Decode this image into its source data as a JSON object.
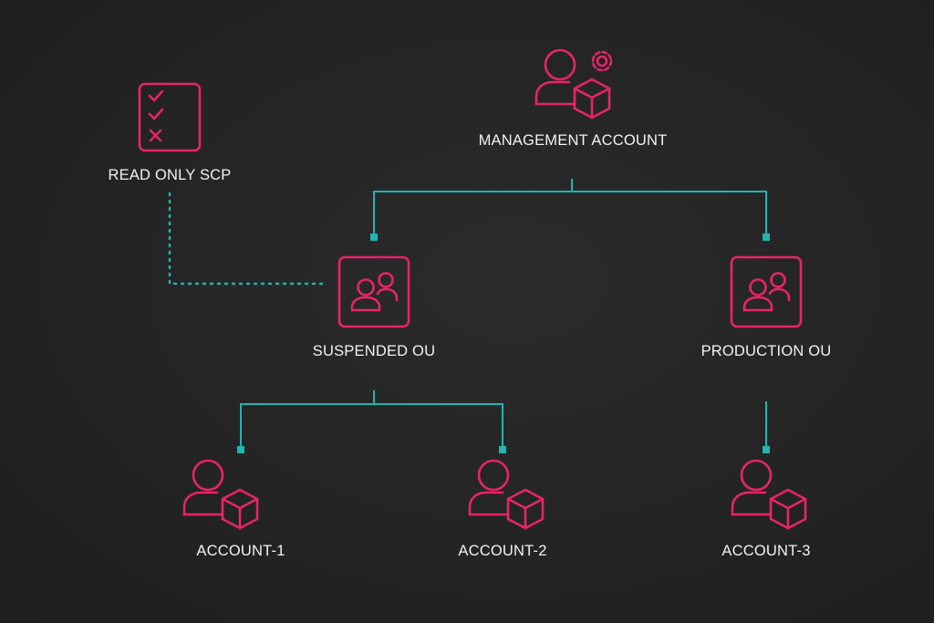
{
  "colors": {
    "background": "#252525",
    "accent": "#e8246a",
    "connector": "#1fb6b4",
    "label": "#f2f2f2"
  },
  "nodes": {
    "management": {
      "label": "MANAGEMENT ACCOUNT",
      "icon": "user-box-gear-icon"
    },
    "read_only_scp": {
      "label": "READ ONLY SCP",
      "icon": "checklist-icon"
    },
    "suspended_ou": {
      "label": "SUSPENDED OU",
      "icon": "group-icon"
    },
    "production_ou": {
      "label": "PRODUCTION OU",
      "icon": "group-icon"
    },
    "account_1": {
      "label": "ACCOUNT-1",
      "icon": "user-box-icon"
    },
    "account_2": {
      "label": "ACCOUNT-2",
      "icon": "user-box-icon"
    },
    "account_3": {
      "label": "ACCOUNT-3",
      "icon": "user-box-icon"
    }
  },
  "edges": [
    {
      "from": "management",
      "to": "suspended_ou",
      "style": "solid"
    },
    {
      "from": "management",
      "to": "production_ou",
      "style": "solid"
    },
    {
      "from": "suspended_ou",
      "to": "account_1",
      "style": "solid"
    },
    {
      "from": "suspended_ou",
      "to": "account_2",
      "style": "solid"
    },
    {
      "from": "production_ou",
      "to": "account_3",
      "style": "solid"
    },
    {
      "from": "read_only_scp",
      "to": "suspended_ou",
      "style": "dotted"
    }
  ]
}
